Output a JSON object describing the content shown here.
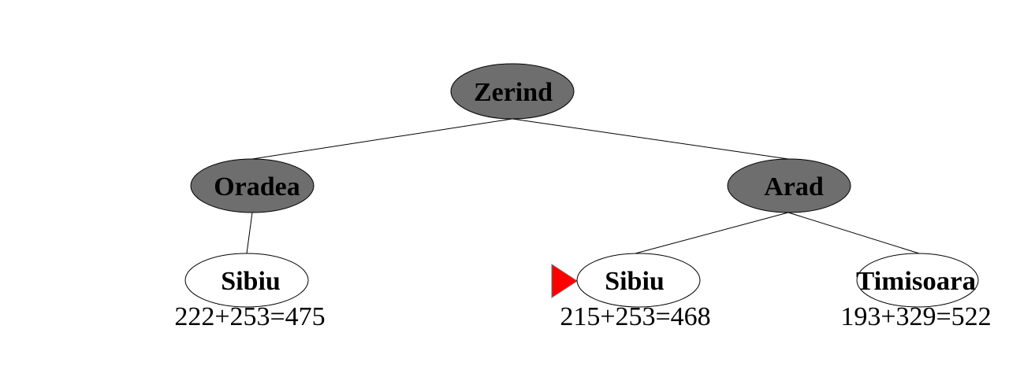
{
  "colors": {
    "expanded_fill": "#6e6e6e",
    "frontier_fill": "#ffffff",
    "stroke": "#000000",
    "marker": "#ff0000"
  },
  "nodes": {
    "zerind": {
      "label": "Zerind",
      "state": "expanded"
    },
    "oradea": {
      "label": "Oradea",
      "state": "expanded"
    },
    "arad": {
      "label": "Arad",
      "state": "expanded"
    },
    "sibiu_left": {
      "label": "Sibiu",
      "state": "frontier",
      "cost": "222+253=475"
    },
    "sibiu_mid": {
      "label": "Sibiu",
      "state": "frontier",
      "cost": "215+253=468",
      "marker": "next-expansion"
    },
    "timisoara": {
      "label": "Timisoara",
      "state": "frontier",
      "cost": "193+329=522"
    }
  }
}
